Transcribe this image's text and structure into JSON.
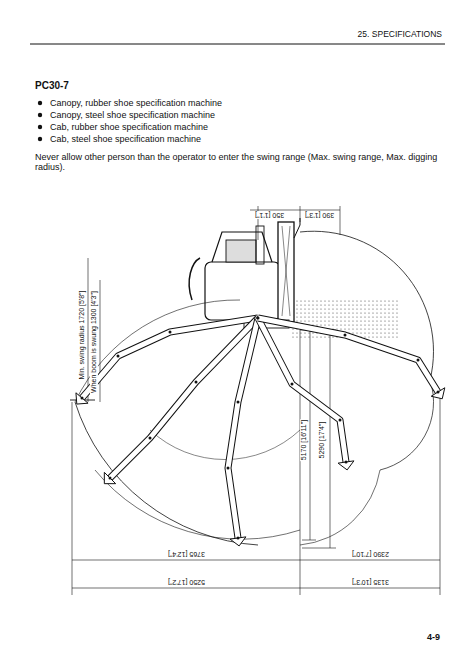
{
  "diagram": {
    "title": "PC30-7",
    "labels": [
      "25. SPECIFICATIONS",
      "Canopy, rubber shoe specification machine",
      "Canopy, steel shoe specification machine",
      "Cab, rubber shoe specification machine",
      "Cab, steel shoe specification machine",
      "Never allow other person than the operator to enter the swing range (Max. swing range, Max. digging radius).",
      "350 [1'1\"]",
      "390 [1'3\"]",
      "Min. swing radius 1720 [5'8\"]",
      "When boom is swung 1300 [4'3\"]",
      "5170 [16'11\"]",
      "5290 [17'4\"]",
      "3765 [12'4\"]",
      "2390 [7'10\"]",
      "5250 [17'2\"]",
      "3135 [10'3\"]",
      "4-9"
    ]
  }
}
